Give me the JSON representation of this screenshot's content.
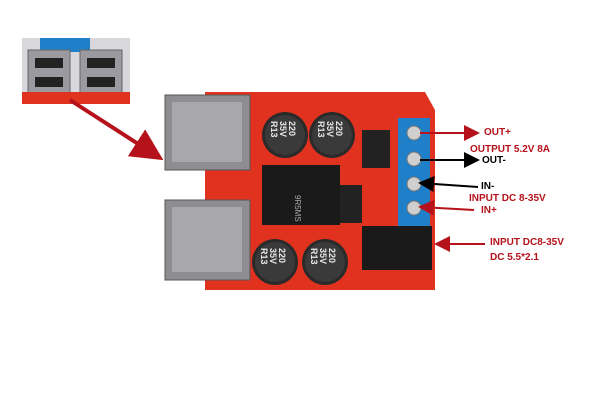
{
  "labels": {
    "out_plus": "OUT+",
    "output_spec": "OUTPUT 5.2V 8A",
    "out_minus": "OUT-",
    "in_minus": "IN-",
    "input_spec": "INPUT DC 8-35V",
    "in_plus": "IN+",
    "jack_spec": "INPUT DC8-35V",
    "jack_size": "DC 5.5*2.1"
  },
  "capacitor": {
    "line1": "220",
    "line2": "35V",
    "line3": "R13"
  },
  "inductor_marking": "9R5MS",
  "colors": {
    "annotation_red": "#b5121b",
    "board_red": "#e0321e",
    "terminal_blue": "#1f7fc8"
  }
}
